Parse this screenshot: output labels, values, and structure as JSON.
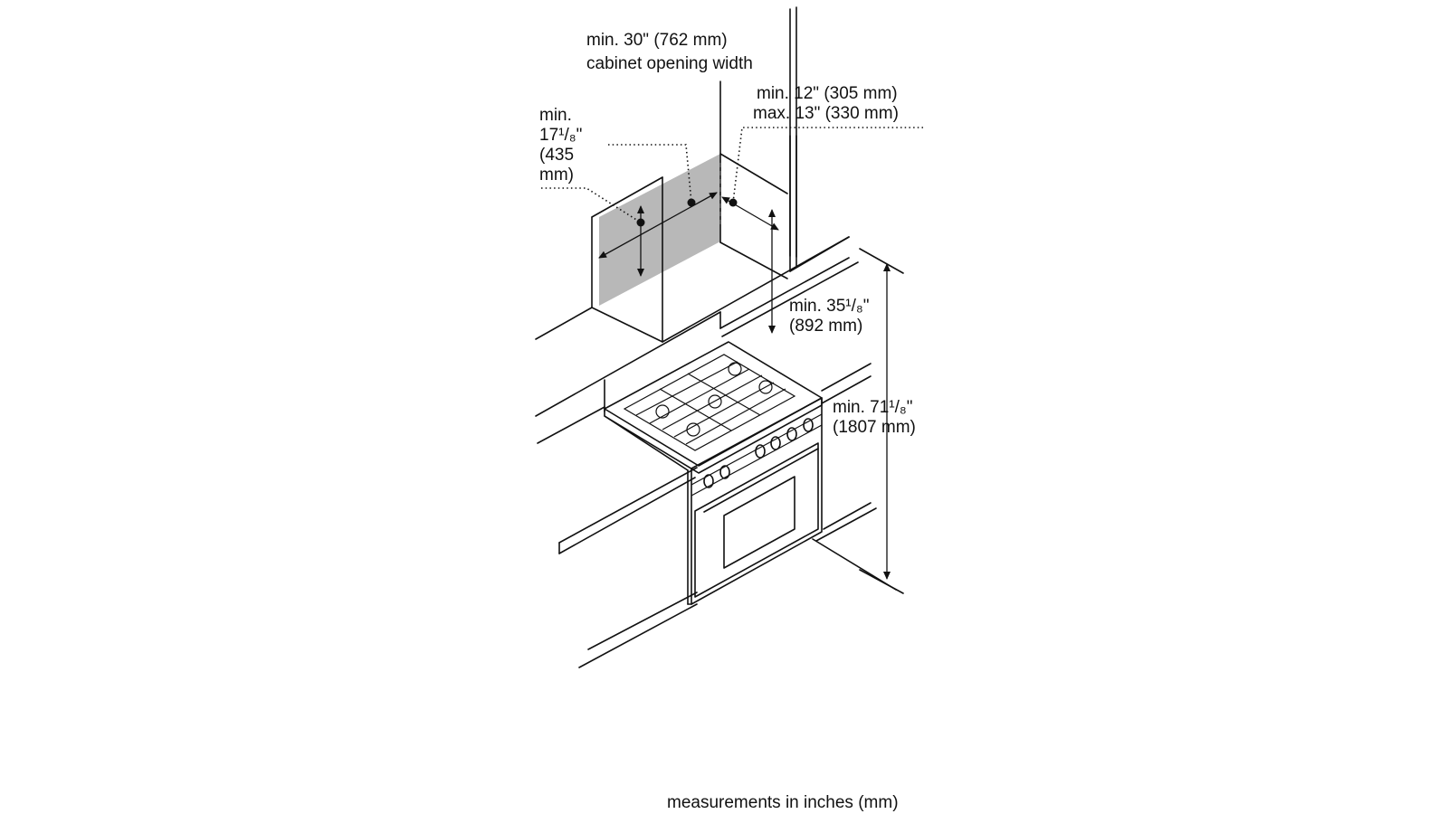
{
  "labels": {
    "cabinet_width": [
      "min. 30\" (762 mm)",
      "cabinet opening width"
    ],
    "depth": [
      "min. 12\" (305 mm)",
      "max. 13\" (330 mm)"
    ],
    "hood_width": [
      "min.",
      "17¹/₈\"",
      "(435",
      "mm)"
    ],
    "hood_clearance": [
      "min. 35¹/₈\"",
      "(892 mm)"
    ],
    "total_height": [
      "min. 71¹/₈\"",
      "(1807 mm)"
    ],
    "footer": "measurements in inches (mm)"
  },
  "colors": {
    "line": "#111111",
    "shading": "#b8b8b8",
    "background": "#ffffff"
  },
  "icons": [
    "range-icon",
    "burner-grate-icon",
    "control-knob-icon",
    "oven-door-icon"
  ]
}
